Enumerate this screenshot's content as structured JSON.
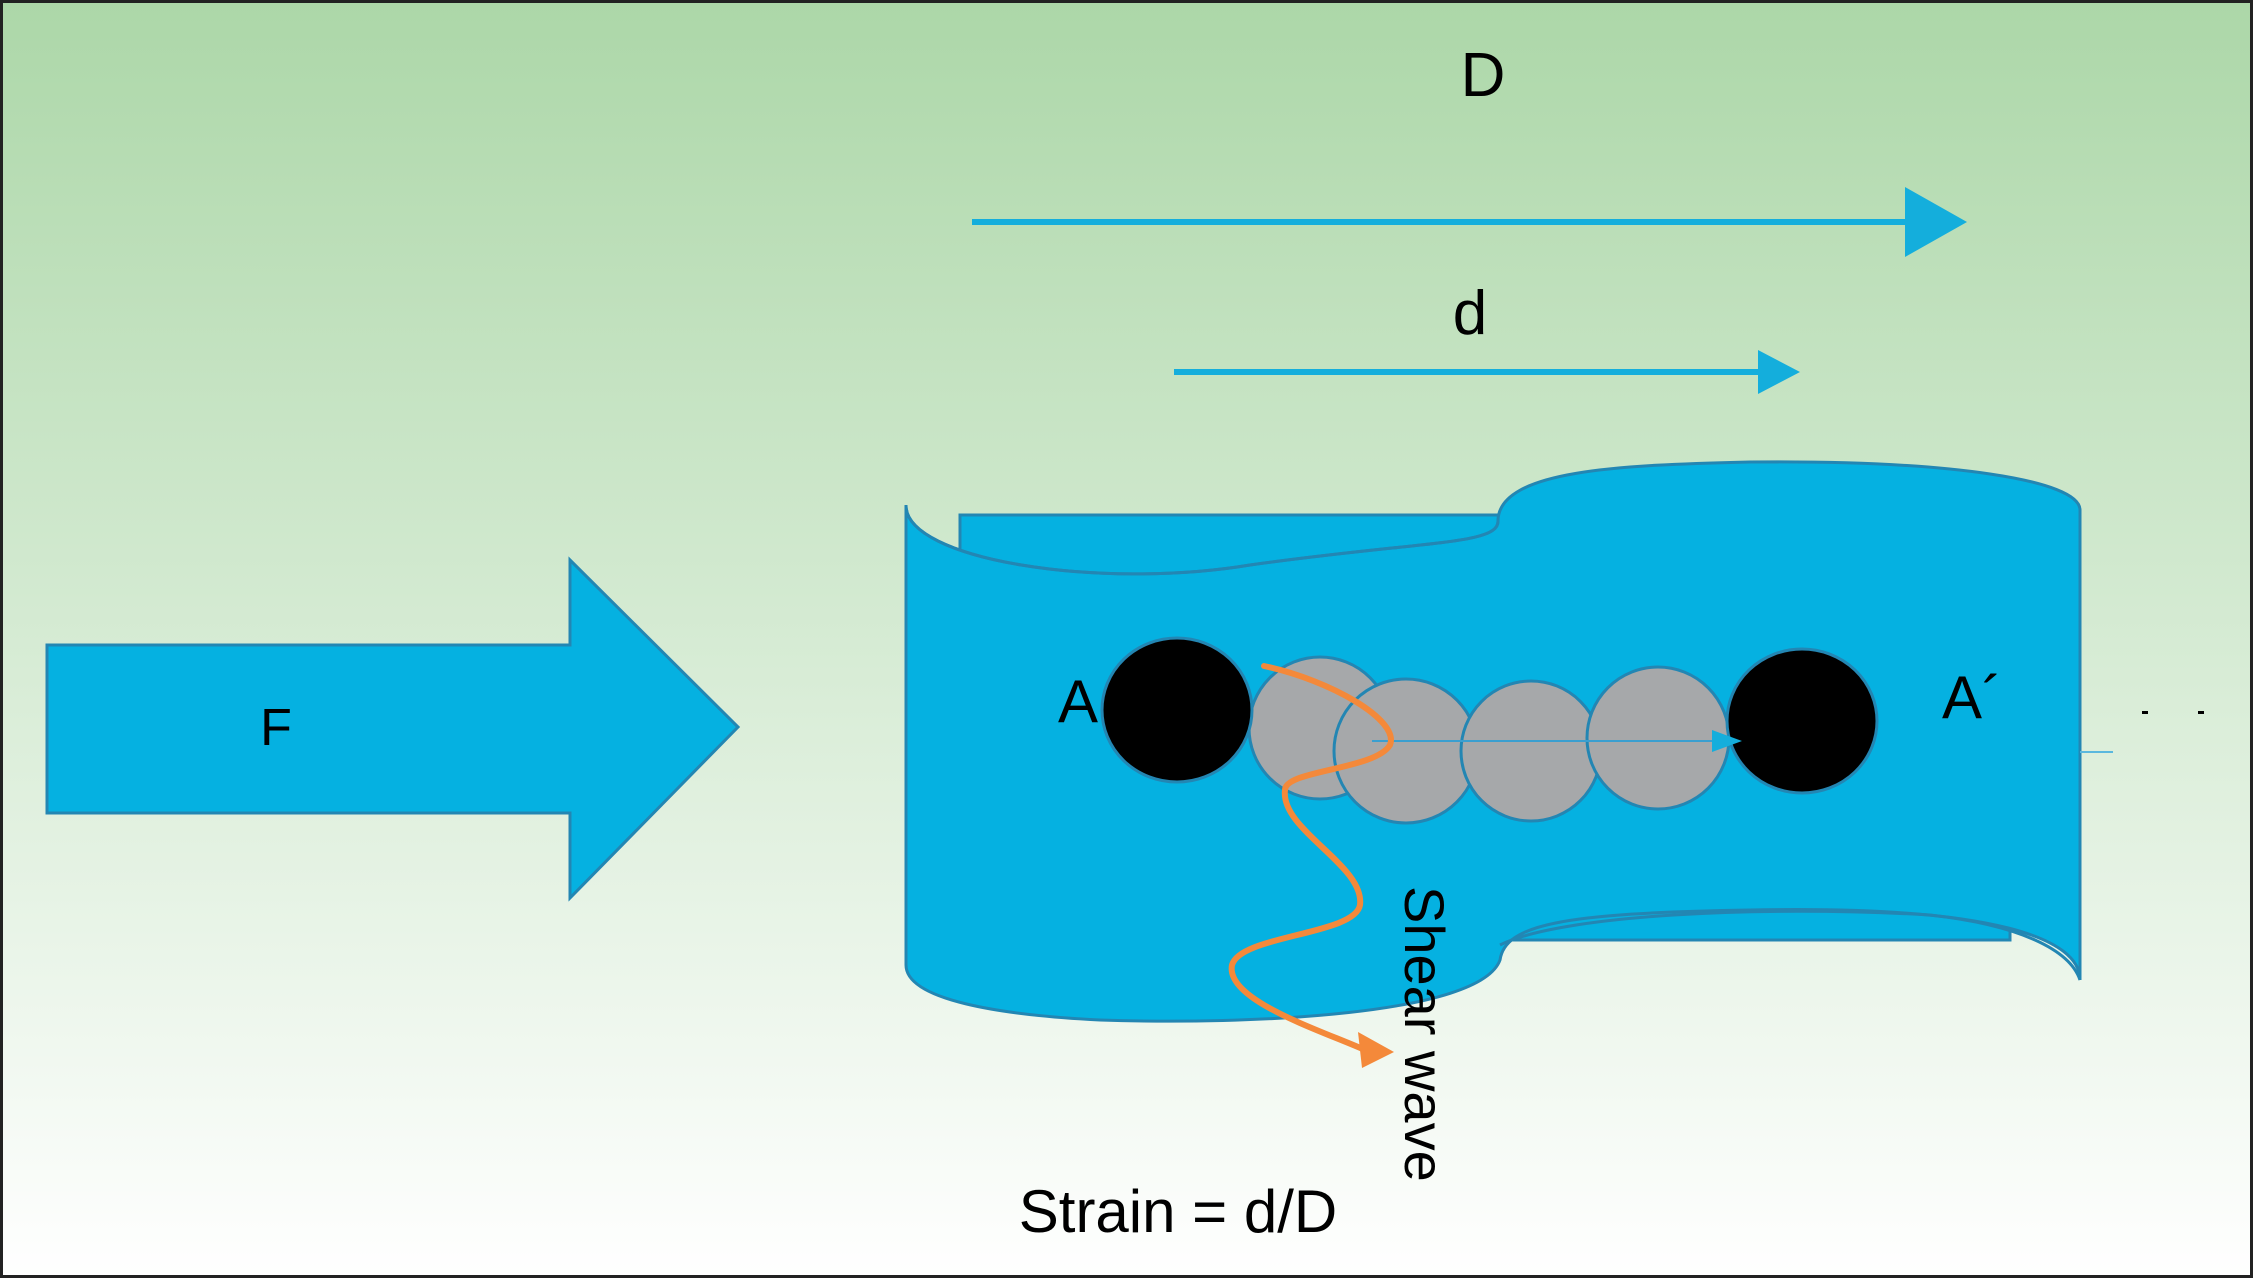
{
  "labels": {
    "force": "F",
    "total_distance": "D",
    "partial_distance": "d",
    "point_a": "A",
    "point_a_prime": "A´",
    "shear_wave": "Shear wave",
    "strain_formula": "Strain = d/D"
  },
  "colors": {
    "background_top": "#acd7a8",
    "background_bottom": "#ffffff",
    "tissue": "#05b1e1",
    "tissue_outline": "#2386b3",
    "arrow": "#14aedc",
    "particle_marker": "#000000",
    "displaced_particle": "#a6a8aa",
    "shear_wave": "#f4893a",
    "frame": "#222222"
  }
}
